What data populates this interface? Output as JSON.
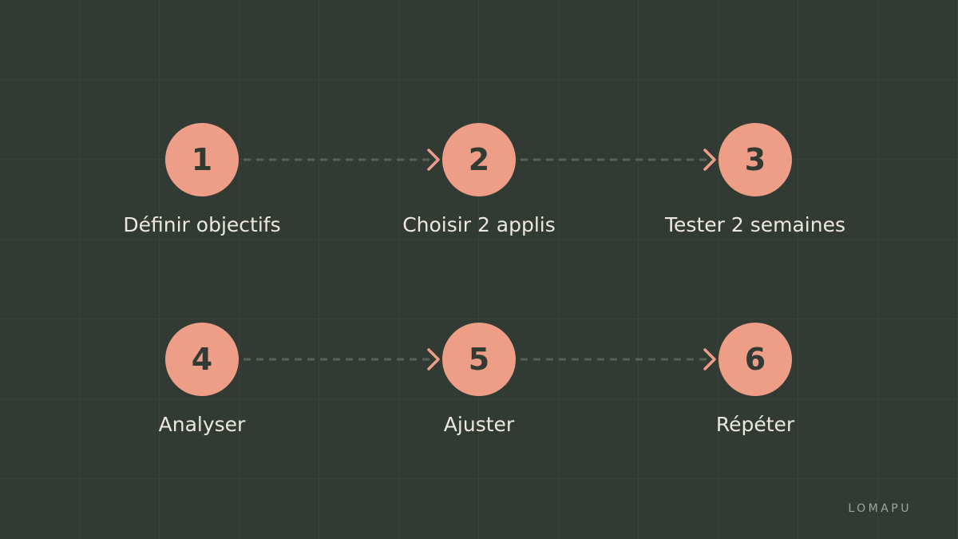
{
  "colors": {
    "background": "#313a33",
    "accent": "#ee9e86",
    "number_text": "#323a34",
    "label_text": "#ece8dd",
    "connector": "#56625a",
    "brand_text": "#9ca49d"
  },
  "steps": [
    {
      "number": "1",
      "label": "Définir objectifs"
    },
    {
      "number": "2",
      "label": "Choisir 2 applis"
    },
    {
      "number": "3",
      "label": "Tester 2 semaines"
    },
    {
      "number": "4",
      "label": "Analyser"
    },
    {
      "number": "5",
      "label": "Ajuster"
    },
    {
      "number": "6",
      "label": "Répéter"
    }
  ],
  "connections": [
    {
      "from": "1",
      "to": "2"
    },
    {
      "from": "2",
      "to": "3"
    },
    {
      "from": "4",
      "to": "5"
    },
    {
      "from": "5",
      "to": "6"
    }
  ],
  "brand": "LOMAPU"
}
